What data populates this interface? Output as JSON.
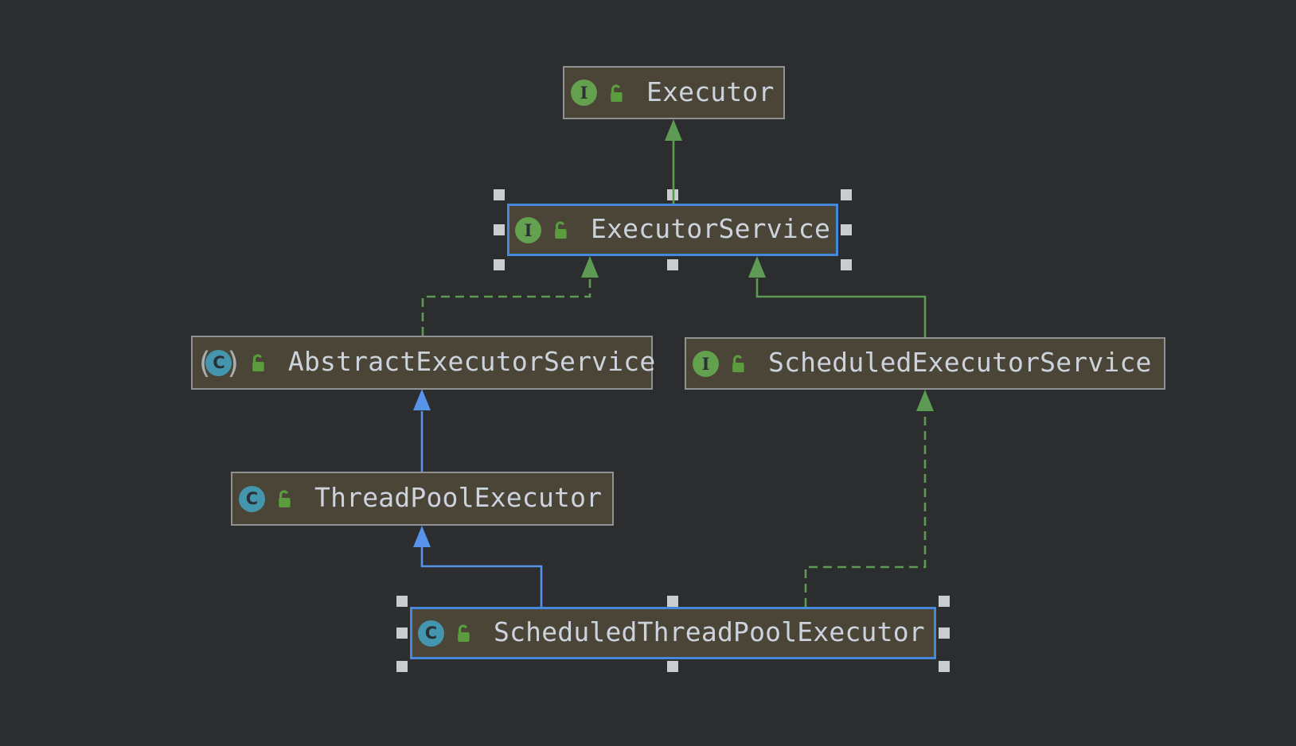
{
  "icons": {
    "interface_letter": "I",
    "class_letter": "C",
    "abstract_paren_open": "(",
    "abstract_paren_close": ")"
  },
  "colors": {
    "canvas_background": "#2b2d2e",
    "node_fill": "#4b4538",
    "node_border": "#8f9193",
    "selection_border": "#4589dd",
    "selection_handle": "#cacccd",
    "node_text": "#ccd3dd",
    "interface_icon_green": "#63a14f",
    "class_icon_teal": "#4496ae",
    "lock_green": "#5a9c3e",
    "edge_green": "#5d9b55",
    "edge_blue": "#5793e8"
  },
  "nodes": {
    "executor": {
      "label": "Executor",
      "type": "interface",
      "visibility": "public",
      "selected": false
    },
    "executor_service": {
      "label": "ExecutorService",
      "type": "interface",
      "visibility": "public",
      "selected": true
    },
    "abstract_executor_service": {
      "label": "AbstractExecutorService",
      "type": "abstract-class",
      "visibility": "public",
      "selected": false
    },
    "scheduled_executor_service": {
      "label": "ScheduledExecutorService",
      "type": "interface",
      "visibility": "public",
      "selected": false
    },
    "thread_pool_executor": {
      "label": "ThreadPoolExecutor",
      "type": "class",
      "visibility": "public",
      "selected": false
    },
    "scheduled_thread_pool_executor": {
      "label": "ScheduledThreadPoolExecutor",
      "type": "class",
      "visibility": "public",
      "selected": true
    }
  },
  "edges": [
    {
      "from": "ExecutorService",
      "to": "Executor",
      "relation": "extends",
      "line": "solid",
      "color": "green"
    },
    {
      "from": "AbstractExecutorService",
      "to": "ExecutorService",
      "relation": "implements",
      "line": "dashed",
      "color": "green"
    },
    {
      "from": "ScheduledExecutorService",
      "to": "ExecutorService",
      "relation": "extends",
      "line": "solid",
      "color": "green"
    },
    {
      "from": "ThreadPoolExecutor",
      "to": "AbstractExecutorService",
      "relation": "extends",
      "line": "solid",
      "color": "blue"
    },
    {
      "from": "ScheduledThreadPoolExecutor",
      "to": "ThreadPoolExecutor",
      "relation": "extends",
      "line": "solid",
      "color": "blue"
    },
    {
      "from": "ScheduledThreadPoolExecutor",
      "to": "ScheduledExecutorService",
      "relation": "implements",
      "line": "dashed",
      "color": "green"
    }
  ]
}
